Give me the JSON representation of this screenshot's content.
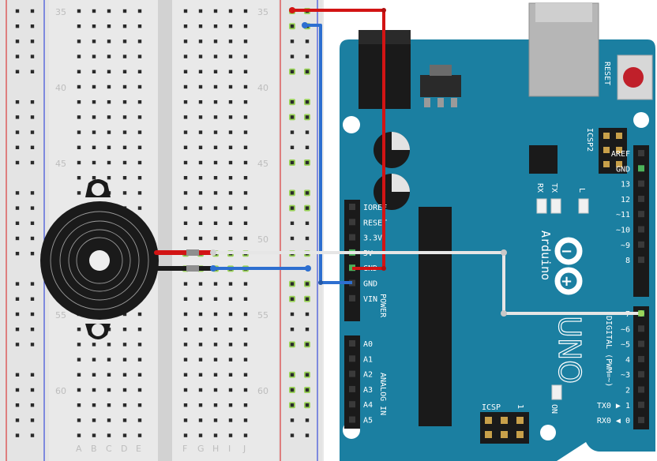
{
  "breadboard": {
    "row_numbers": [
      "35",
      "40",
      "45",
      "50",
      "55",
      "60"
    ],
    "column_letters": [
      "A",
      "B",
      "C",
      "D",
      "E",
      "F",
      "G",
      "H",
      "I",
      "J"
    ]
  },
  "arduino": {
    "brand": "Arduino",
    "model": "UNO",
    "reset_label": "RESET",
    "icsp2_label": "ICSP2",
    "icsp_label": "ICSP",
    "icsp_pin1": "1",
    "led_labels": [
      "TX",
      "RX",
      "L"
    ],
    "on_label": "ON",
    "power_header_label": "POWER",
    "power_pins": [
      "IOREF",
      "RESET",
      "3.3V",
      "5V",
      "GND",
      "GND",
      "VIN"
    ],
    "analog_header_label": "ANALOG IN",
    "analog_pins": [
      "A0",
      "A1",
      "A2",
      "A3",
      "A4",
      "A5"
    ],
    "digital_header_label": "DIGITAL (PWM=~)",
    "digital_upper_pins": [
      "AREF",
      "GND",
      "13",
      "12",
      "~11",
      "~10",
      "~9",
      "8"
    ],
    "digital_lower_pins": [
      "7",
      "~6",
      "~5",
      "4",
      "~3",
      "2",
      "TX0 ▶ 1",
      "RX0 ◀ 0"
    ]
  },
  "colors": {
    "board": "#1b7fa1",
    "wire_red": "#d21414",
    "wire_blue": "#2d6fd0",
    "wire_white": "#e6e6e6",
    "buzzer": "#1a1a1a"
  }
}
